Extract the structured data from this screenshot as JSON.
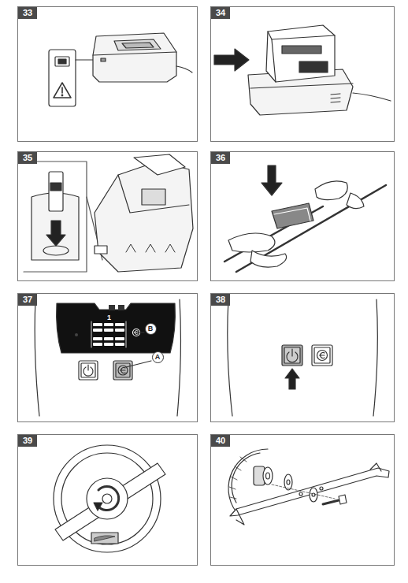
{
  "diagram": {
    "nodes": [
      {
        "text": [
          "33"
        ]
      },
      {
        "text": [
          "34"
        ]
      },
      {
        "text": [
          "35"
        ]
      },
      {
        "text": [
          "36"
        ]
      },
      {
        "text": [
          "37"
        ]
      },
      {
        "text": [
          "38"
        ]
      },
      {
        "text": [
          "39"
        ]
      },
      {
        "text": [
          "40"
        ]
      },
      {
        "text": [
          "B"
        ],
        "in": 4
      },
      {
        "text": [
          "A"
        ],
        "in": 4
      }
    ],
    "labels": [
      "1"
    ]
  }
}
